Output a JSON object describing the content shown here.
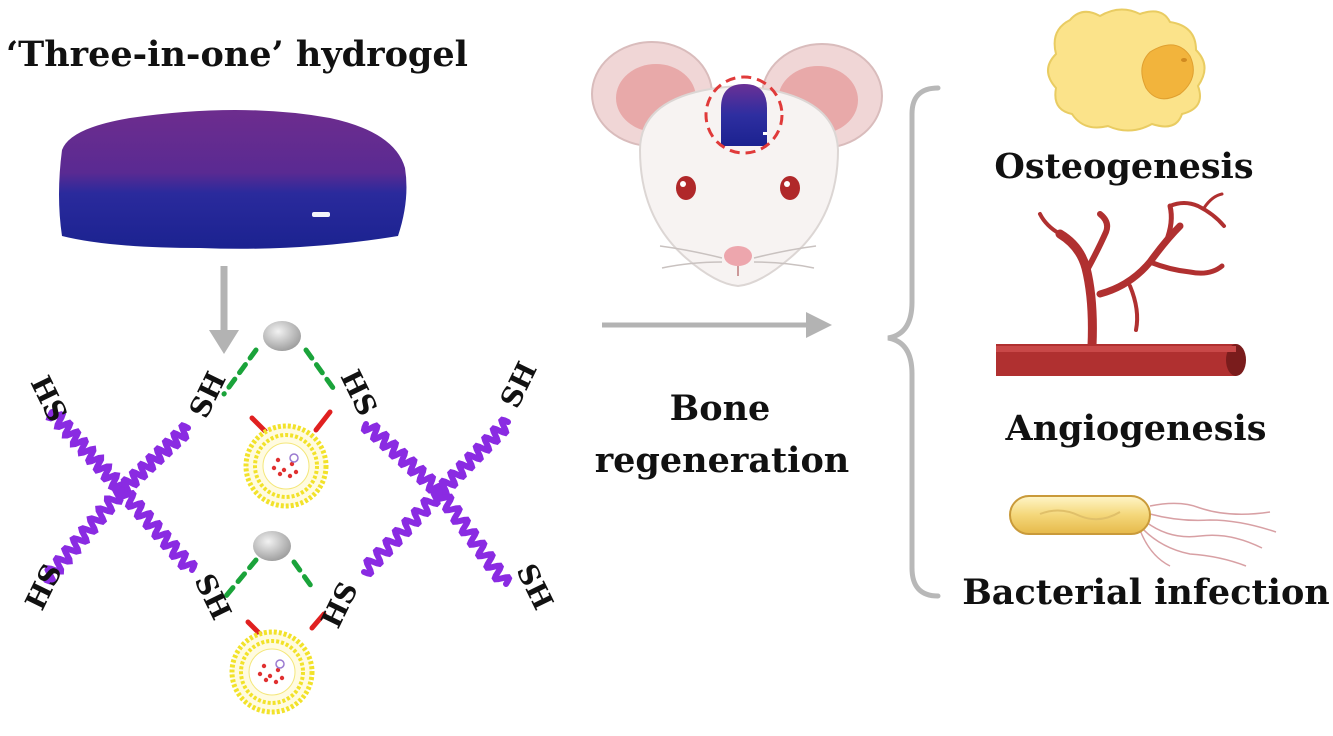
{
  "title": "‘Three-in-one’ hydrogel",
  "arrow_label": [
    "Bone",
    "regeneration"
  ],
  "thiol_labels": {
    "sh": "SH",
    "hs": "HS"
  },
  "outcomes": [
    "Osteogenesis",
    "Angiogenesis",
    "Bacterial infection"
  ],
  "colors": {
    "hydrogel_top": "#6a2a8c",
    "hydrogel_bottom": "#1f2696",
    "polymer": "#8a2be2",
    "liposome": "#f2e22a",
    "green_link": "#1aa33a",
    "red_link": "#e02020",
    "vessel": "#b03030",
    "arrow_gray": "#b8b8b8"
  }
}
